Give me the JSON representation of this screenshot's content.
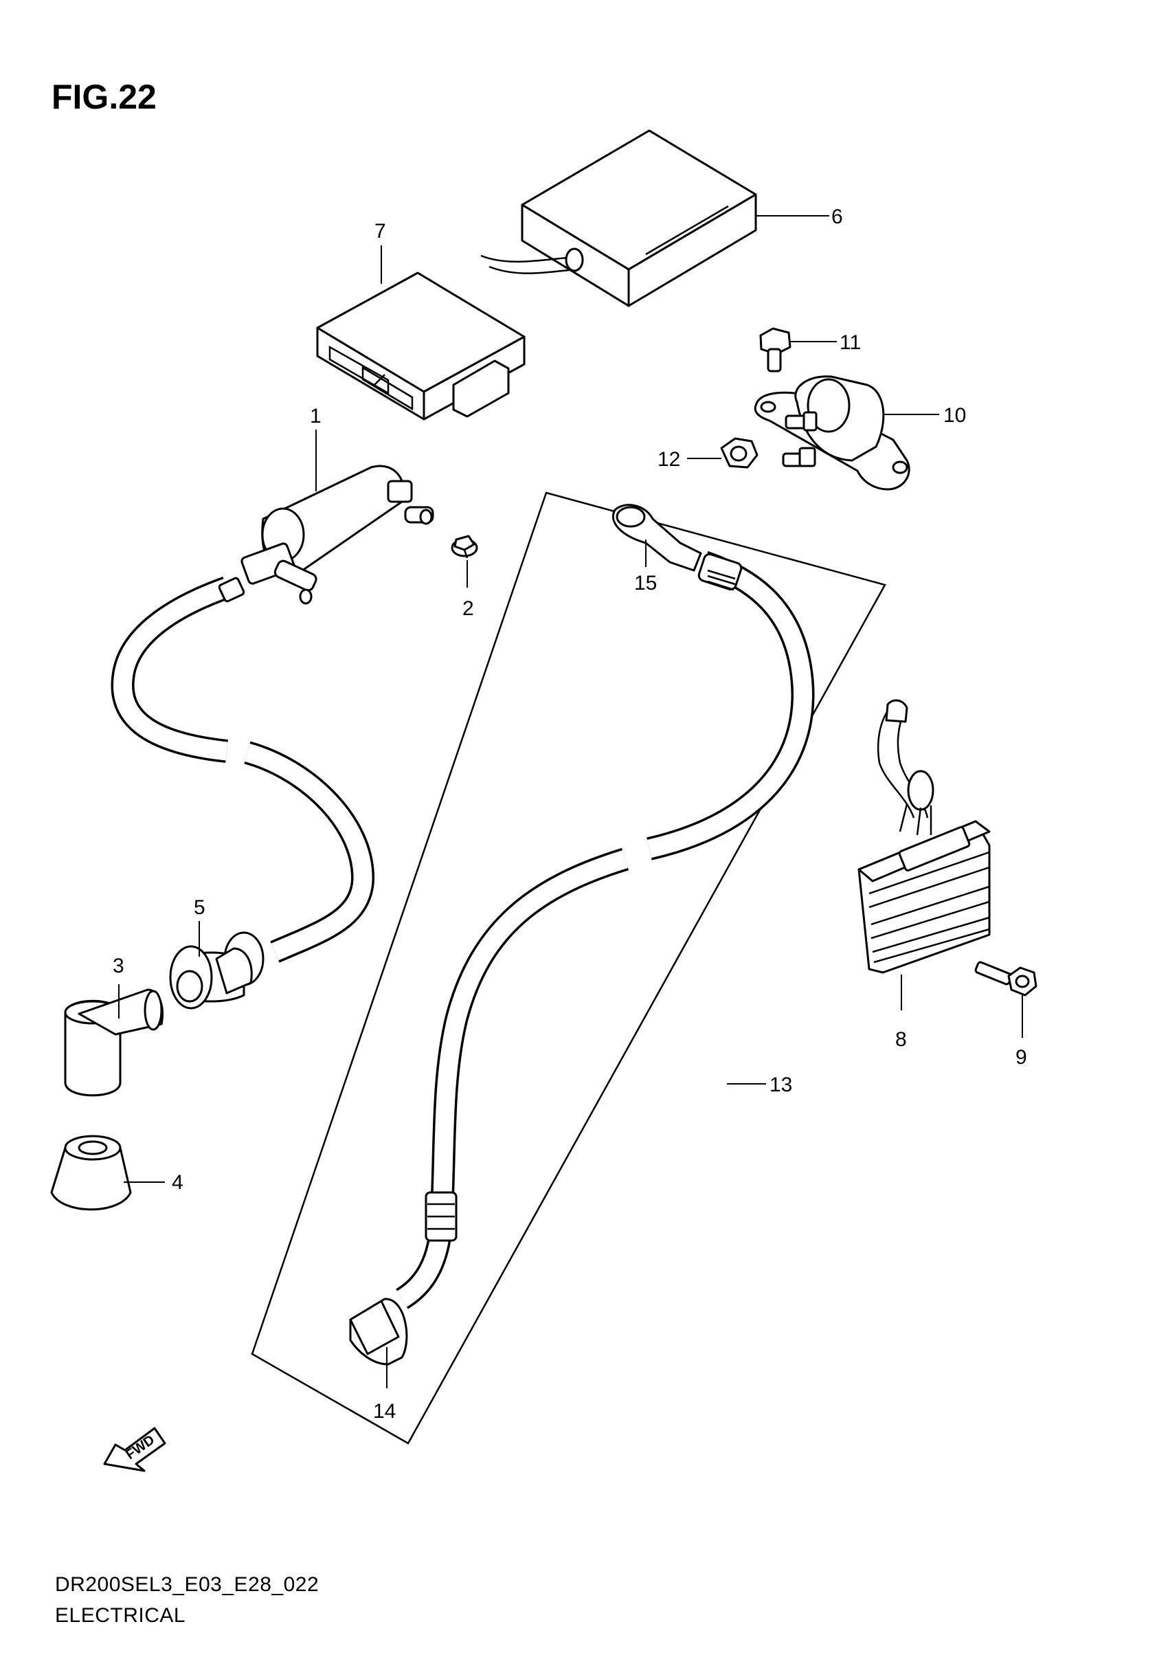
{
  "figure": {
    "title": "FIG.22",
    "code": "DR200SEL3_E03_E28_022",
    "section": "ELECTRICAL",
    "fwd_label": "FWD"
  },
  "callouts": [
    {
      "id": "1",
      "label": "1"
    },
    {
      "id": "2",
      "label": "2"
    },
    {
      "id": "3",
      "label": "3"
    },
    {
      "id": "4",
      "label": "4"
    },
    {
      "id": "5",
      "label": "5"
    },
    {
      "id": "6",
      "label": "6"
    },
    {
      "id": "7",
      "label": "7"
    },
    {
      "id": "8",
      "label": "8"
    },
    {
      "id": "9",
      "label": "9"
    },
    {
      "id": "10",
      "label": "10"
    },
    {
      "id": "11",
      "label": "11"
    },
    {
      "id": "12",
      "label": "12"
    },
    {
      "id": "13",
      "label": "13"
    },
    {
      "id": "14",
      "label": "14"
    },
    {
      "id": "15",
      "label": "15"
    }
  ]
}
